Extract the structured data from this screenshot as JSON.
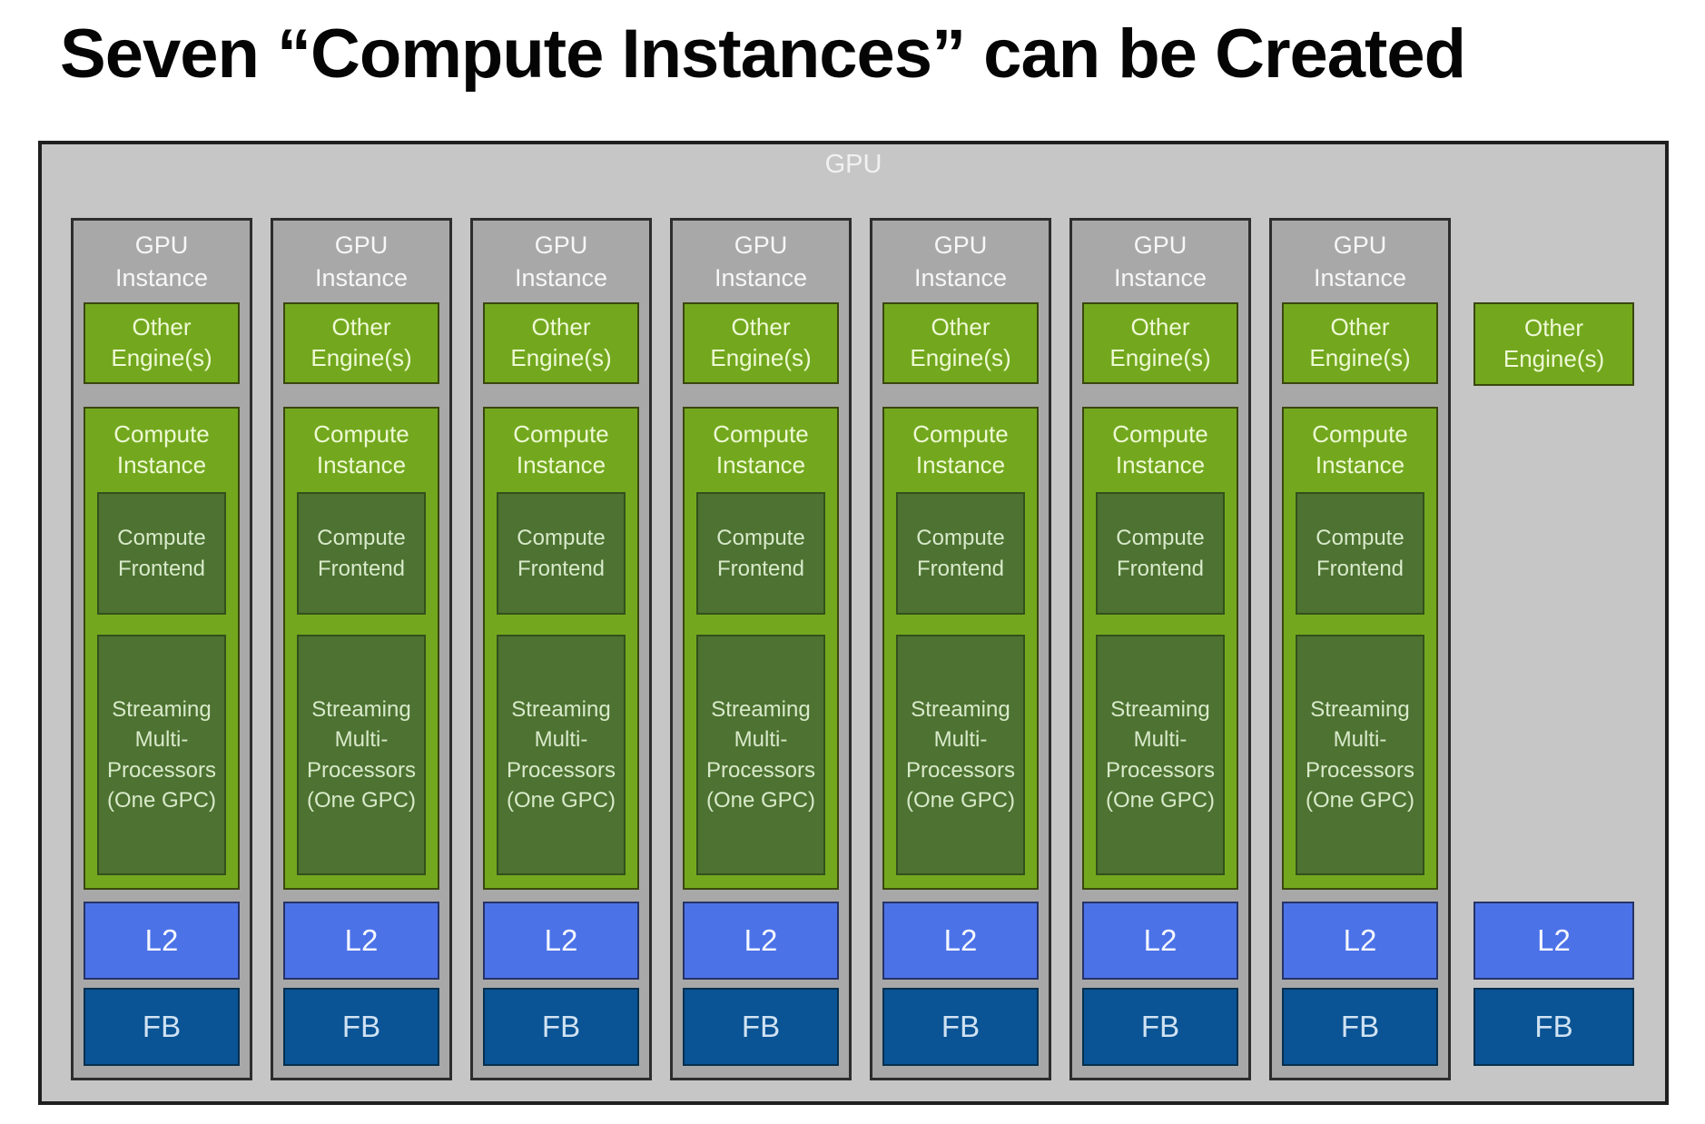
{
  "title": "Seven “Compute Instances” can be Created",
  "diagram": {
    "gpu_label": "GPU",
    "instances": [
      {
        "header": "GPU\nInstance",
        "other_engines": "Other\nEngine(s)",
        "compute_instance": "Compute\nInstance",
        "compute_frontend": "Compute\nFrontend",
        "smp": "Streaming\nMulti-\nProcessors\n(One GPC)",
        "l2": "L2",
        "fb": "FB"
      },
      {
        "header": "GPU\nInstance",
        "other_engines": "Other\nEngine(s)",
        "compute_instance": "Compute\nInstance",
        "compute_frontend": "Compute\nFrontend",
        "smp": "Streaming\nMulti-\nProcessors\n(One GPC)",
        "l2": "L2",
        "fb": "FB"
      },
      {
        "header": "GPU\nInstance",
        "other_engines": "Other\nEngine(s)",
        "compute_instance": "Compute\nInstance",
        "compute_frontend": "Compute\nFrontend",
        "smp": "Streaming\nMulti-\nProcessors\n(One GPC)",
        "l2": "L2",
        "fb": "FB"
      },
      {
        "header": "GPU\nInstance",
        "other_engines": "Other\nEngine(s)",
        "compute_instance": "Compute\nInstance",
        "compute_frontend": "Compute\nFrontend",
        "smp": "Streaming\nMulti-\nProcessors\n(One GPC)",
        "l2": "L2",
        "fb": "FB"
      },
      {
        "header": "GPU\nInstance",
        "other_engines": "Other\nEngine(s)",
        "compute_instance": "Compute\nInstance",
        "compute_frontend": "Compute\nFrontend",
        "smp": "Streaming\nMulti-\nProcessors\n(One GPC)",
        "l2": "L2",
        "fb": "FB"
      },
      {
        "header": "GPU\nInstance",
        "other_engines": "Other\nEngine(s)",
        "compute_instance": "Compute\nInstance",
        "compute_frontend": "Compute\nFrontend",
        "smp": "Streaming\nMulti-\nProcessors\n(One GPC)",
        "l2": "L2",
        "fb": "FB"
      },
      {
        "header": "GPU\nInstance",
        "other_engines": "Other\nEngine(s)",
        "compute_instance": "Compute\nInstance",
        "compute_frontend": "Compute\nFrontend",
        "smp": "Streaming\nMulti-\nProcessors\n(One GPC)",
        "l2": "L2",
        "fb": "FB"
      }
    ],
    "unassigned": {
      "other_engines": "Other\nEngine(s)",
      "l2": "L2",
      "fb": "FB"
    }
  },
  "colors": {
    "nvidia_green": "#73a81e",
    "dark_green": "#4d7231",
    "l2_blue": "#4c72e8",
    "fb_blue": "#0a5394",
    "gpu_gray": "#c6c6c6",
    "instance_gray": "#a8a8a8"
  }
}
